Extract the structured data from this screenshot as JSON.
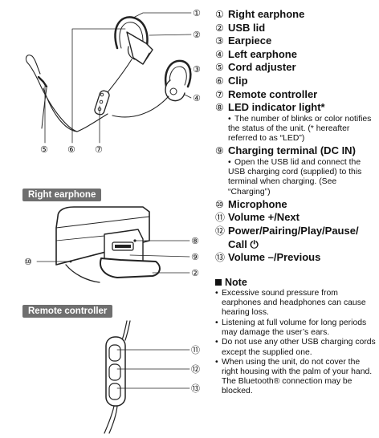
{
  "parts": [
    {
      "num": "①",
      "label": "Right earphone"
    },
    {
      "num": "②",
      "label": "USB lid"
    },
    {
      "num": "③",
      "label": "Earpiece"
    },
    {
      "num": "④",
      "label": "Left earphone"
    },
    {
      "num": "⑤",
      "label": "Cord adjuster"
    },
    {
      "num": "⑥",
      "label": "Clip"
    },
    {
      "num": "⑦",
      "label": "Remote controller"
    },
    {
      "num": "⑧",
      "label": "LED indicator light*",
      "desc": "The number of blinks or color notifies the status of the unit. (* hereafter referred to as “LED”)"
    },
    {
      "num": "⑨",
      "label": "Charging terminal (DC IN)",
      "desc": "Open the USB lid and connect the USB charging cord (supplied) to this terminal when charging. (See “Charging”)"
    },
    {
      "num": "⑩",
      "label": "Microphone"
    },
    {
      "num": "⑪",
      "label": "Volume +/Next"
    },
    {
      "num": "⑫",
      "label": "Power/Pairing/Play/Pause/ Call ⏻"
    },
    {
      "num": "⑬",
      "label": "Volume –/Previous"
    }
  ],
  "callouts": {
    "c1": "①",
    "c2": "②",
    "c3": "③",
    "c4": "④",
    "c5": "⑤",
    "c6": "⑥",
    "c7": "⑦",
    "c8": "⑧",
    "c9": "⑨",
    "c10": "⑩",
    "c2b": "②",
    "c11": "⑪",
    "c12": "⑫",
    "c13": "⑬"
  },
  "sections": {
    "right_earphone": "Right earphone",
    "remote_controller": "Remote controller"
  },
  "note": {
    "title": "Note",
    "items": [
      "Excessive sound pressure from earphones and headphones can cause hearing loss.",
      "Listening at full volume for long periods may damage the user’s ears.",
      "Do not use any other USB charging cords except the supplied one.",
      "When using the unit, do not cover the right housing with the palm of your hand. The Bluetooth® connection may be blocked."
    ]
  }
}
